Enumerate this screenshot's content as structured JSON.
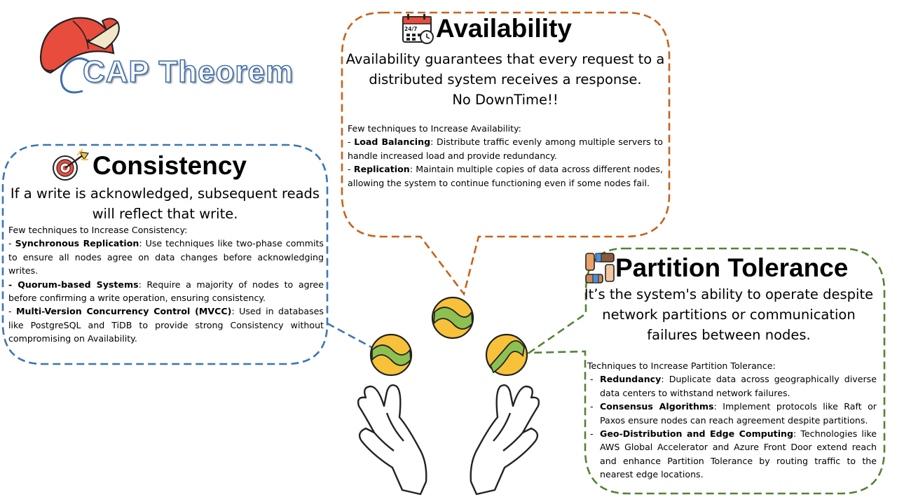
{
  "title": "CAP Theorem",
  "colors": {
    "consistency": "#3a75b5",
    "availability": "#c5621c",
    "partition": "#548235",
    "ball_yellow": "#f7c23a",
    "ball_green": "#8cc152"
  },
  "icons": {
    "logo": "red-cap-icon",
    "consistency": "target-icon",
    "availability": "calendar-clock-icon",
    "partition": "linked-hands-icon",
    "hands": "juggling-hands-icon"
  },
  "availability": {
    "heading": "Availability",
    "lead": [
      "Availability guarantees that every request to a",
      "distributed system receives a response.",
      "No DownTime!!"
    ],
    "intro": "Few techniques to Increase Availability:",
    "items": [
      {
        "term": "Load Balancing",
        "text": ": Distribute traffic evenly among multiple servers to handle increased load and provide redundancy."
      },
      {
        "term": "Replication",
        "text": ": Maintain multiple copies of data across different nodes, allowing the system to continue functioning even if some nodes fail."
      }
    ]
  },
  "consistency": {
    "heading": "Consistency",
    "lead": [
      "If a write is acknowledged, subsequent reads",
      "will reflect that write."
    ],
    "intro": "Few techniques to Increase Consistency:",
    "items": [
      {
        "term": "Synchronous Replication",
        "text": ": Use techniques like two-phase commits to ensure all nodes agree on data changes before acknowledging writes."
      },
      {
        "term": "Quorum-based Systems",
        "text": ": Require a majority of nodes to agree before confirming a write operation, ensuring consistency."
      },
      {
        "term": "Multi-Version Concurrency Control (MVCC)",
        "text": ": Used in databases like PostgreSQL and TiDB to provide strong Consistency without compromising on Availability."
      }
    ]
  },
  "partition": {
    "heading": "Partition Tolerance",
    "lead": [
      "It’s the system's ability to operate despite",
      "network partitions or communication",
      "failures between nodes."
    ],
    "intro": "Techniques to Increase Partition Tolerance:",
    "items": [
      {
        "term": "Redundancy",
        "text": ": Duplicate data across geographically diverse data centers to withstand network failures."
      },
      {
        "term": "Consensus Algorithms",
        "text": ": Implement protocols like Raft or Paxos ensure nodes can reach agreement despite partitions."
      },
      {
        "term": "Geo-Distribution and Edge Computing",
        "text": ": Technologies like AWS Global Accelerator and Azure Front Door extend reach and enhance Partition Tolerance by routing traffic to the nearest edge locations."
      }
    ]
  }
}
